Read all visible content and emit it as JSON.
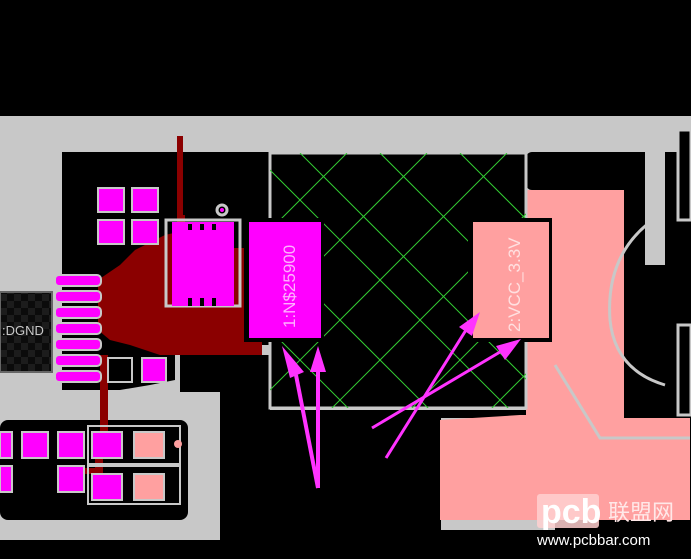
{
  "labels": {
    "left_net": ":DGND",
    "pad1_net": "1:N$25900",
    "pad2_net": "2:VCC_3.3V"
  },
  "watermark": {
    "brand": "pcb",
    "cn": "联盟网",
    "url": "www.pcbbar.com"
  },
  "colors": {
    "background": "#000000",
    "copper_gray": "#c8c8c8",
    "pad": "#ff00ff",
    "trace": "#8b0000",
    "pour": "#ffa0a0",
    "hatch": "#33cc33",
    "arrow": "#ff33ff"
  }
}
